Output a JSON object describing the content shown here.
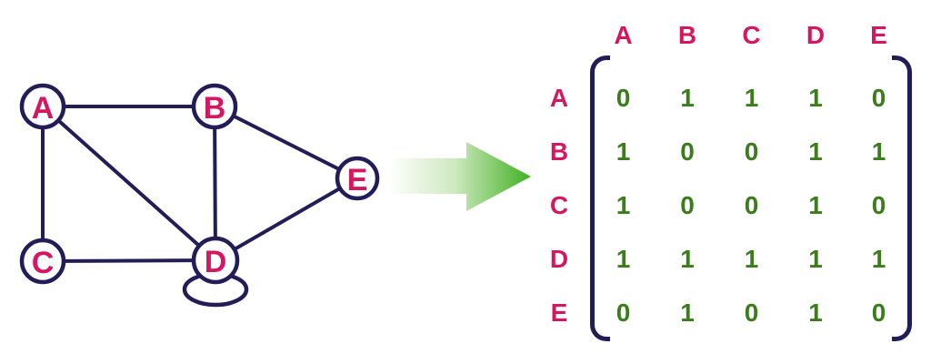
{
  "diagram_title": "graph-to-adjacency-matrix",
  "graph": {
    "nodes": [
      {
        "id": "A",
        "label": "A"
      },
      {
        "id": "B",
        "label": "B"
      },
      {
        "id": "C",
        "label": "C"
      },
      {
        "id": "D",
        "label": "D"
      },
      {
        "id": "E",
        "label": "E"
      }
    ],
    "edges": [
      [
        "A",
        "B"
      ],
      [
        "A",
        "C"
      ],
      [
        "A",
        "D"
      ],
      [
        "B",
        "D"
      ],
      [
        "B",
        "E"
      ],
      [
        "C",
        "D"
      ],
      [
        "D",
        "E"
      ],
      [
        "D",
        "D"
      ]
    ]
  },
  "arrow": {
    "icon": "right-arrow",
    "gradient_from": "#fdfefc",
    "gradient_to": "#41b123"
  },
  "matrix": {
    "column_headers": [
      "A",
      "B",
      "C",
      "D",
      "E"
    ],
    "row_headers": [
      "A",
      "B",
      "C",
      "D",
      "E"
    ],
    "values": [
      [
        0,
        1,
        1,
        1,
        0
      ],
      [
        1,
        0,
        0,
        1,
        1
      ],
      [
        1,
        0,
        0,
        1,
        0
      ],
      [
        1,
        1,
        1,
        1,
        1
      ],
      [
        0,
        1,
        0,
        1,
        0
      ]
    ]
  },
  "colors": {
    "node_stroke": "#231d57",
    "edge": "#231d57",
    "bracket": "#231d57",
    "letter": "#d4175f",
    "value": "#3a7d1a",
    "arrow_green": "#41b123",
    "background": "#ffffff"
  }
}
